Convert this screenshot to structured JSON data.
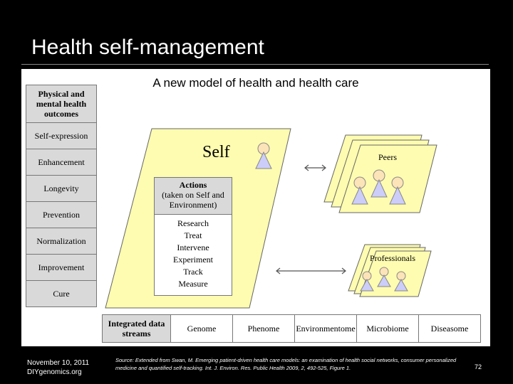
{
  "slide": {
    "title": "Health self-management"
  },
  "figure": {
    "title": "A new model of health and health care",
    "outcomes": {
      "header": "Physical and mental health outcomes",
      "items": [
        "Self-expression",
        "Enhancement",
        "Longevity",
        "Prevention",
        "Normalization",
        "Improvement",
        "Cure"
      ]
    },
    "self": {
      "label": "Self"
    },
    "actions": {
      "header": "Actions",
      "subheader": "(taken on Self and Environment)",
      "items": [
        "Research",
        "Treat",
        "Intervene",
        "Experiment",
        "Track",
        "Measure"
      ]
    },
    "peers": {
      "label": "Peers"
    },
    "professionals": {
      "label": "Professionals"
    },
    "data_streams": {
      "header": "Integrated data streams",
      "items": [
        "Genome",
        "Phenome",
        "Environmentome",
        "Microbiome",
        "Diseasome"
      ]
    },
    "colors": {
      "parallelogram_fill": "#fefcb0",
      "box_fill": "#d9d9d9",
      "figure_fill": "#cdcdfa"
    }
  },
  "footer": {
    "date": "November 10, 2011",
    "site": "DIYgenomics.org",
    "source": "Source: Extended from Swan, M. Emerging patient-driven health care models: an examination of health social networks, consumer personalized medicine and quantified self-tracking. Int. J. Environ. Res. Public Health 2009, 2, 492-525, Figure 1.",
    "page_number": "72"
  }
}
